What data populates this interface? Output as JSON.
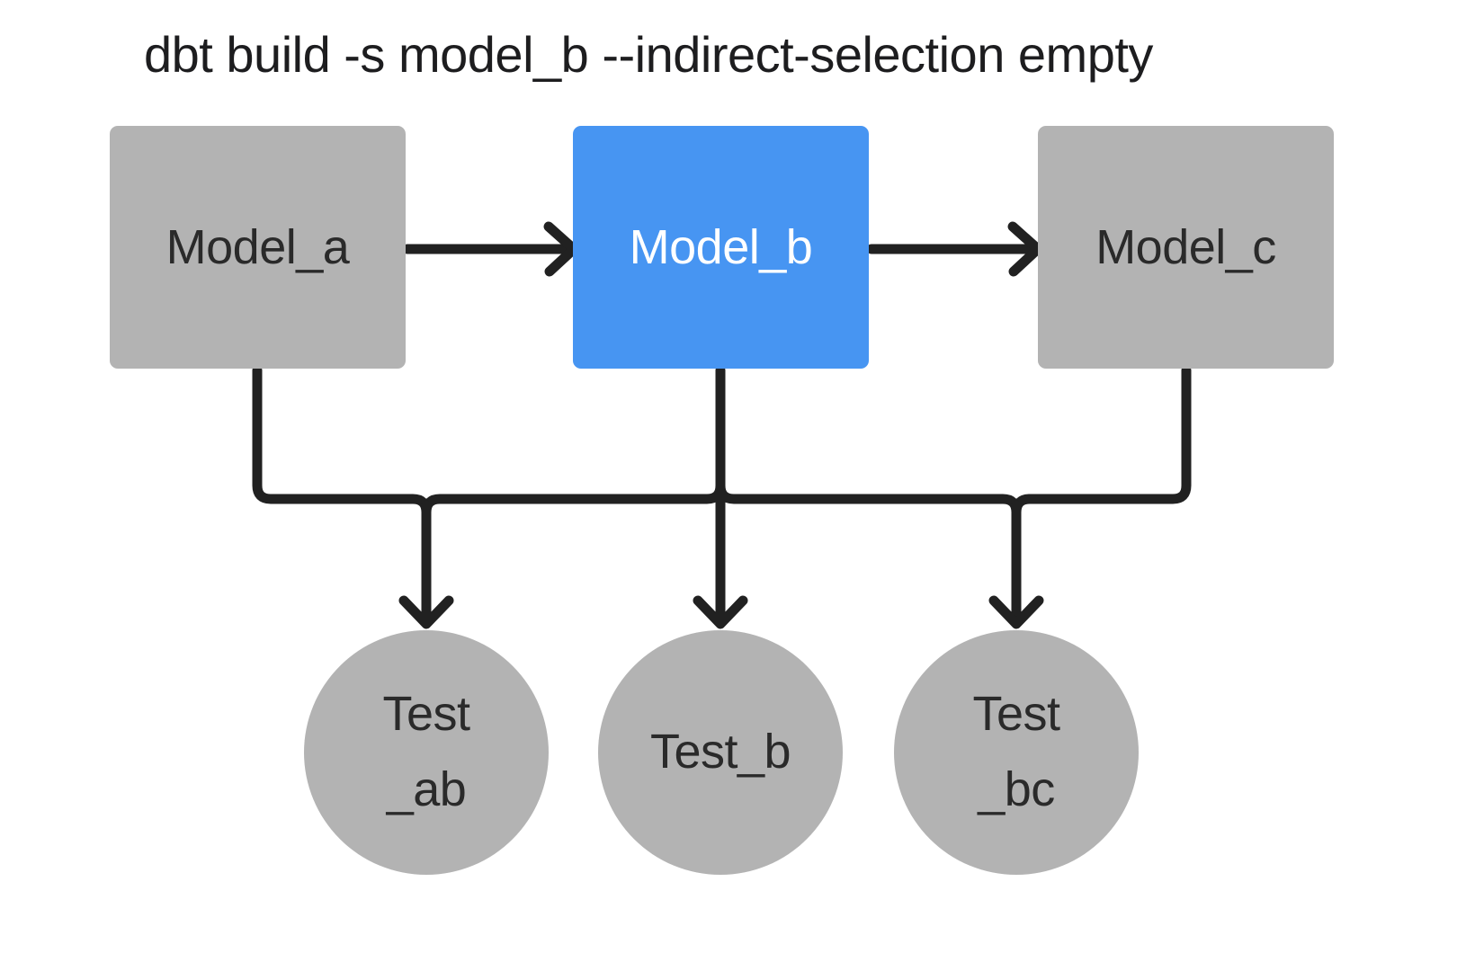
{
  "title": "dbt build -s model_b --indirect-selection empty",
  "diagram": {
    "type": "dag",
    "nodes": {
      "model_a": {
        "label": "Model_a",
        "shape": "rectangle",
        "fill": "#b3b3b3",
        "selected": false
      },
      "model_b": {
        "label": "Model_b",
        "shape": "rectangle",
        "fill": "#4795f2",
        "selected": true
      },
      "model_c": {
        "label": "Model_c",
        "shape": "rectangle",
        "fill": "#b3b3b3",
        "selected": false
      },
      "test_ab": {
        "label": "Test_ab",
        "label_lines": [
          "Test",
          "_ab"
        ],
        "shape": "circle",
        "fill": "#b3b3b3"
      },
      "test_b": {
        "label": "Test_b",
        "label_lines": [
          "Test_b"
        ],
        "shape": "circle",
        "fill": "#b3b3b3"
      },
      "test_bc": {
        "label": "Test_bc",
        "label_lines": [
          "Test",
          "_bc"
        ],
        "shape": "circle",
        "fill": "#b3b3b3"
      }
    },
    "edges": [
      {
        "from": "model_a",
        "to": "model_b",
        "style": "arrow"
      },
      {
        "from": "model_b",
        "to": "model_c",
        "style": "arrow"
      },
      {
        "from": "model_a",
        "to": "test_ab",
        "style": "arrow"
      },
      {
        "from": "model_b",
        "to": "test_ab",
        "style": "arrow"
      },
      {
        "from": "model_b",
        "to": "test_b",
        "style": "arrow"
      },
      {
        "from": "model_b",
        "to": "test_bc",
        "style": "arrow"
      },
      {
        "from": "model_c",
        "to": "test_bc",
        "style": "arrow"
      }
    ],
    "colors": {
      "selected_fill": "#4795f2",
      "unselected_fill": "#b3b3b3",
      "edge_stroke": "#212121",
      "selected_text": "#ffffff",
      "unselected_text": "#2a2a2a",
      "background": "#ffffff"
    }
  }
}
